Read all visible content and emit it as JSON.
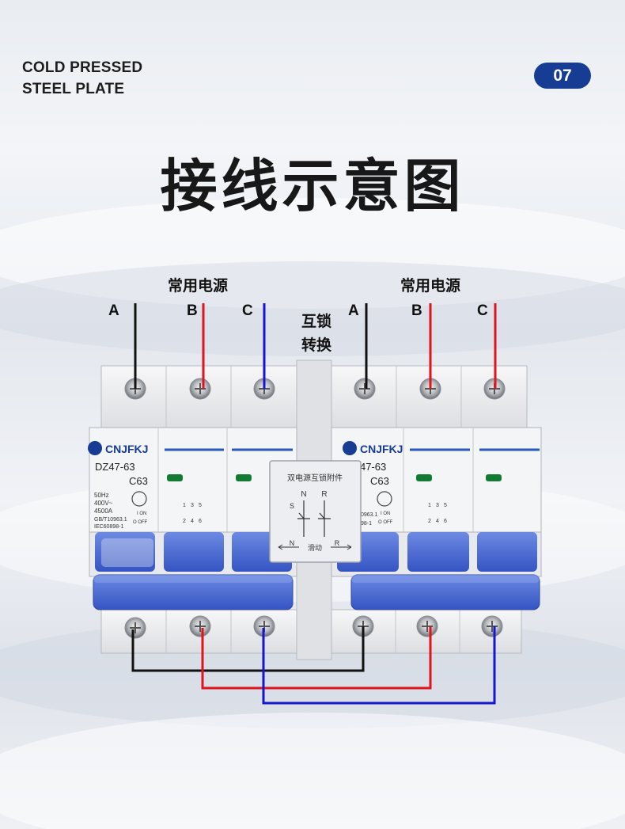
{
  "header": {
    "line1": "COLD PRESSED",
    "line2": "STEEL PLATE",
    "badge": "07"
  },
  "title": "接线示意图",
  "supply_left": {
    "label": "常用电源",
    "phases": [
      "A",
      "B",
      "C"
    ]
  },
  "supply_right": {
    "label": "常用电源",
    "phases": [
      "A",
      "B",
      "C"
    ]
  },
  "interlock_label": [
    "互锁",
    "转换"
  ],
  "breaker": {
    "brand": "CNJFKJ",
    "model": "DZ47-63",
    "model_right": "47-63",
    "rating": "C63",
    "specs": [
      "50Hz",
      "400V~",
      "4500A",
      "GB/T10963.1",
      "IEC60898-1"
    ],
    "specs_right": [
      "0963.1",
      "98-1"
    ],
    "on_label": "I ON",
    "off_label": "O OFF",
    "terminals_top": [
      "1",
      "3",
      "5"
    ],
    "terminals_bottom": [
      "2",
      "4",
      "6"
    ]
  },
  "interlock_plate": {
    "title": "双电源互锁附件",
    "n": "N",
    "r": "R",
    "s": "S",
    "slide": "滑动"
  },
  "colors": {
    "phase_a": "#111111",
    "phase_b": "#e0141e",
    "phase_c": "#1414d4",
    "accent": "#163c93",
    "handle": "#4f6fd6"
  }
}
